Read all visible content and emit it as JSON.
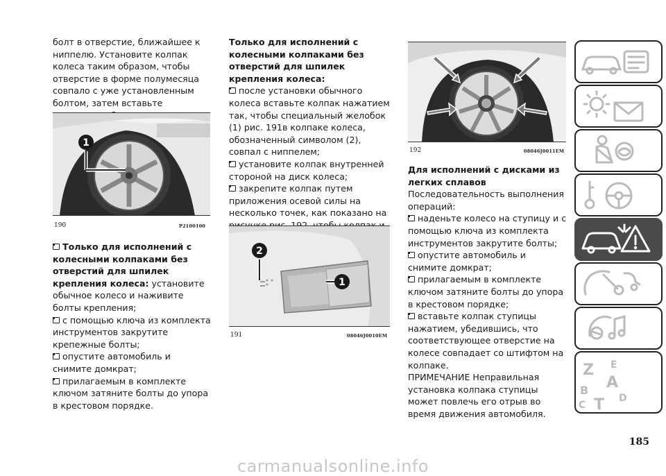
{
  "page_number": "185",
  "watermark": "carmanualsonline.info",
  "col1": {
    "intro": "болт в отверстие, ближайшее к ниппелю. Установите колпак колеса таким образом, чтобы отверстие в форме полумесяца совпало с уже установленным болтом, затем вставьте оставшиеся болты.",
    "fig190": {
      "number": "190",
      "code": "P2100100",
      "callout": "1"
    },
    "section_heading": "Только для исполнений с колесными колпаками без отверстий для шпилек крепления колеса:",
    "section_text": " установите обычное колесо и наживите болты крепления;",
    "items": [
      "с помощью ключа из комплекта инструментов закрутите крепежные болты;",
      "опустите автомобиль и снимите домкрат;",
      "прилагаемым в комплекте ключом затяните болты до упора в крестовом порядке."
    ]
  },
  "col2": {
    "heading": "Только для исполнений с колесными колпаками без отверстий для шпилек крепления колеса:",
    "items": [
      "после установки обычного колеса вставьте колпак нажатием так, чтобы специальный желобок (1) рис. 191в колпаке колеса, обозначенный символом (2), совпал с ниппелем;",
      "установите колпак внутренней стороной на диск колеса;",
      "закрепите колпак путем приложения осевой силы на несколько точек, как показано на рисунке рис. 192, чтобы колпак и колесо правильно сцепились между собой."
    ],
    "fig191": {
      "number": "191",
      "code": "08046J0010EM",
      "callout1": "1",
      "callout2": "2"
    }
  },
  "col3": {
    "fig192": {
      "number": "192",
      "code": "08046J0011EM"
    },
    "heading": "Для исполнений с дисками из легких сплавов",
    "text": "Последовательность выполнения операций:",
    "items": [
      "наденьте колесо на ступицу и с помощью ключа из комплекта инструментов закрутите болты;",
      "опустите автомобиль и снимите домкрат;",
      "прилагаемым в комплекте ключом затяните болты до упора в крестовом порядке;",
      "вставьте колпак ступицы нажатием, убедившись, что соответствующее отверстие на колесе совпадает со штифтом на колпаке."
    ],
    "note": "ПРИМЕЧАНИЕ Неправильная установка колпака ступицы может повлечь его отрыв во время движения автомобиля."
  },
  "tabs": [
    {
      "icon": "car-dashboard-icon",
      "active": false
    },
    {
      "icon": "warning-lights-message-icon",
      "active": false
    },
    {
      "icon": "airbag-safety-icon",
      "active": false
    },
    {
      "icon": "key-steering-wheel-icon",
      "active": false
    },
    {
      "icon": "breakdown-warning-triangle-icon",
      "active": true
    },
    {
      "icon": "maintenance-wrench-icon",
      "active": false
    },
    {
      "icon": "multimedia-icon",
      "active": false
    },
    {
      "icon": "alphabetical-index-icon",
      "active": false
    }
  ],
  "index_letters": {
    "z": "Z",
    "e": "E",
    "a": "A",
    "b": "B",
    "c": "C",
    "t": "T",
    "d": "D"
  }
}
